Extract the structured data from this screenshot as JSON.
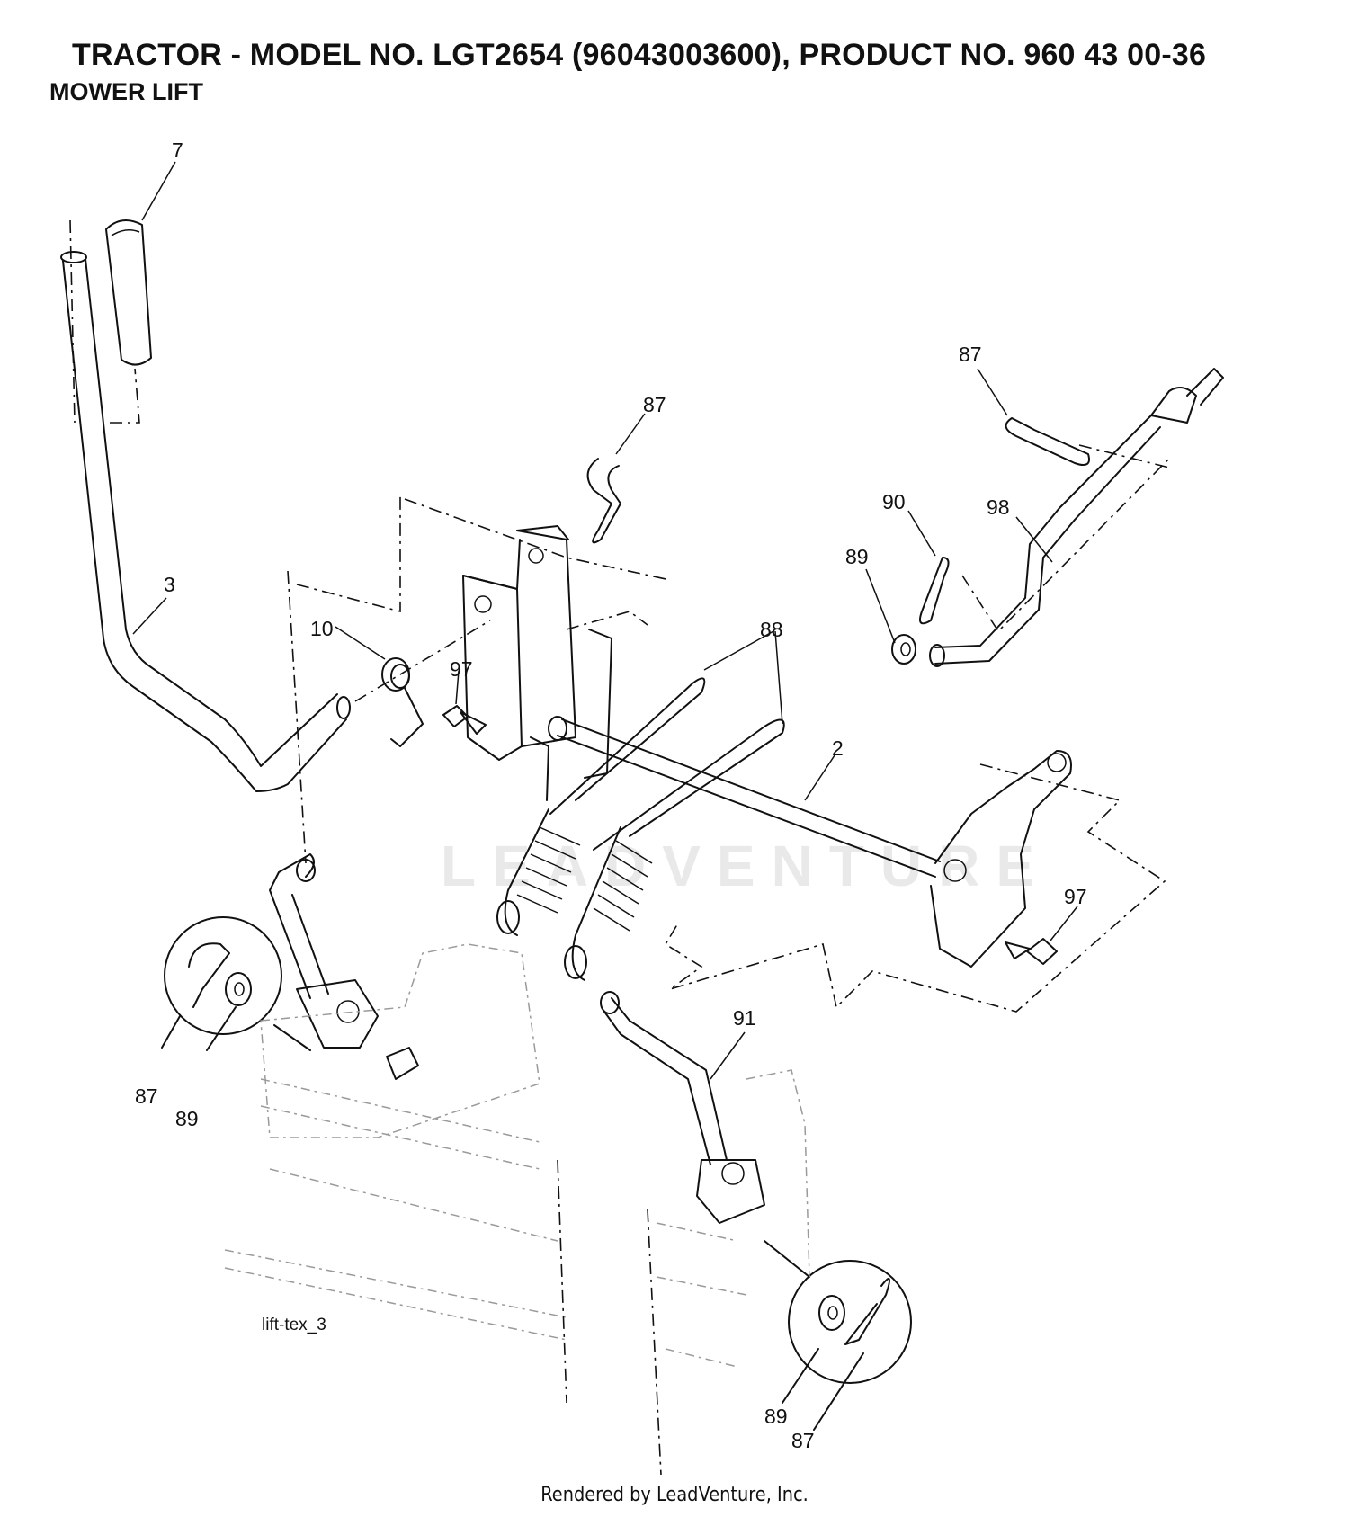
{
  "header": {
    "title": "TRACTOR - MODEL NO. LGT2654 (96043003600), PRODUCT NO. 960 43 00-36",
    "subtitle": "MOWER LIFT"
  },
  "watermark": "LEADVENTURE",
  "drawing_code": "lift-tex_3",
  "footer": "Rendered by LeadVenture, Inc.",
  "callouts": {
    "c7": "7",
    "c3": "3",
    "c87a": "87",
    "c87b": "87",
    "c10": "10",
    "c97a": "97",
    "c88": "88",
    "c2": "2",
    "c90": "90",
    "c98": "98",
    "c89a": "89",
    "c97b": "97",
    "c91": "91",
    "c87c": "87",
    "c89b": "89",
    "c89c": "89",
    "c87d": "87"
  }
}
